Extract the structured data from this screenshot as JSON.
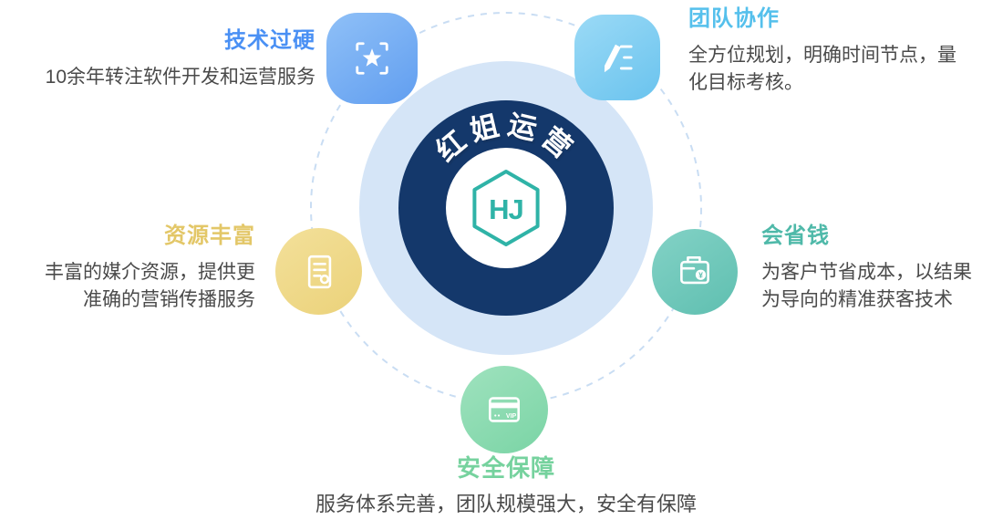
{
  "page": {
    "background": "#ffffff"
  },
  "center": {
    "arc_text": "红姐运营",
    "logo_text": "HJ",
    "colors": {
      "navy_ring": "#14386B",
      "halo": "#D5E5F7",
      "dashed_ring": "#C9DDF3",
      "logo_teal": "#2FB3A7"
    }
  },
  "features": {
    "tech": {
      "title": "技术过硬",
      "desc": "10余年转注软件开发和运营服务",
      "color": "#4A90F4"
    },
    "teamwork": {
      "title": "团队协作",
      "desc": "全方位规划，明确时间节点，量化目标考核。",
      "color": "#55C0EC"
    },
    "resources": {
      "title": "资源丰富",
      "desc": "丰富的媒介资源，提供更准确的营销传播服务",
      "color": "#E3C768"
    },
    "money": {
      "title": "会省钱",
      "desc": "为客户节省成本，以结果为导向的精准获客技术",
      "color": "#4FB9A9",
      "symbol": "¥"
    },
    "security": {
      "title": "安全保障",
      "desc": "服务体系完善，团队规模强大，安全有保障",
      "color": "#76D29E",
      "vip_label": "VIP"
    }
  }
}
